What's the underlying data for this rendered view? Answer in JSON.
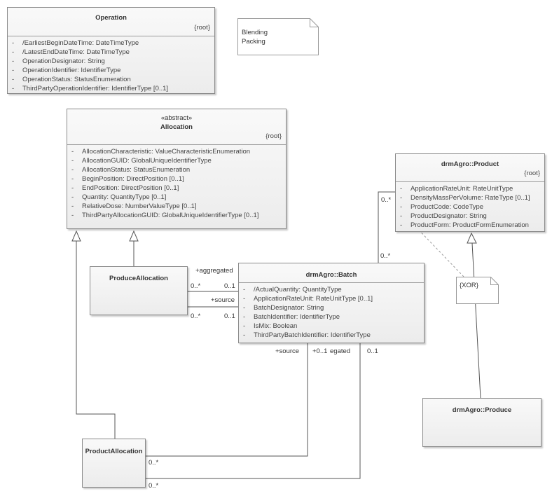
{
  "classes": {
    "operation": {
      "name": "Operation",
      "tag": "{root}",
      "attributes": [
        "/EarliestBeginDateTime: DateTimeType",
        "/LatestEndDateTime: DateTimeType",
        "OperationDesignator: String",
        "OperationIdentifier: IdentifierType",
        "OperationStatus: StatusEnumeration",
        "ThirdPartyOperationIdentifier: IdentifierType [0..1]"
      ]
    },
    "allocation": {
      "stereotype": "«abstract»",
      "name": "Allocation",
      "tag": "{root}",
      "attributes": [
        "AllocationCharacteristic: ValueCharacteristicEnumeration",
        "AllocationGUID: GlobalUniqueIdentifierType",
        "AllocationStatus: StatusEnumeration",
        "BeginPosition: DirectPosition [0..1]",
        "EndPosition: DirectPosition [0..1]",
        "Quantity: QuantityType [0..1]",
        "RelativeDose: NumberValueType [0..1]",
        "ThirdPartyAllocationGUID: GlobalUniqueIdentifierType [0..1]"
      ]
    },
    "product": {
      "name": "drmAgro::Product",
      "tag": "{root}",
      "attributes": [
        "ApplicationRateUnit: RateUnitType",
        "DensityMassPerVolume: RateType [0..1]",
        "ProductCode: CodeType",
        "ProductDesignator: String",
        "ProductForm: ProductFormEnumeration"
      ]
    },
    "batch": {
      "name": "drmAgro::Batch",
      "attributes": [
        "/ActualQuantity: QuantityType",
        "ApplicationRateUnit: RateUnitType [0..1]",
        "BatchDesignator: String",
        "BatchIdentifier: IdentifierType",
        "IsMix: Boolean",
        "ThirdPartyBatchIdentifier: IdentifierType"
      ]
    },
    "produce_allocation": {
      "name": "ProduceAllocation"
    },
    "product_allocation": {
      "name": "ProductAllocation"
    },
    "produce": {
      "name": "drmAgro::Produce"
    }
  },
  "visibility_marker": "-",
  "notes": {
    "operation_types": [
      "Blending",
      "Packing"
    ],
    "xor": "{XOR}"
  },
  "link_labels": {
    "aggregated_role": "+aggregated",
    "source_role_top": "+source",
    "mult_pa_agg": "0..*",
    "mult_batch_agg": "0..1",
    "mult_pa_src": "0..*",
    "mult_batch_src": "0..1",
    "mult_product_end": "0..*",
    "mult_batch_product": "0..*",
    "source_role_bottom": "+source",
    "mult_plus_01": "+0..1",
    "aggregated_clipped": "egated",
    "mult_bottom_right": "0..1",
    "mult_prodalloc_1": "0..*",
    "mult_prodalloc_2": "0..*"
  },
  "colors": {
    "border": "#8a8a8a",
    "line": "#555555",
    "note_border": "#999999"
  }
}
